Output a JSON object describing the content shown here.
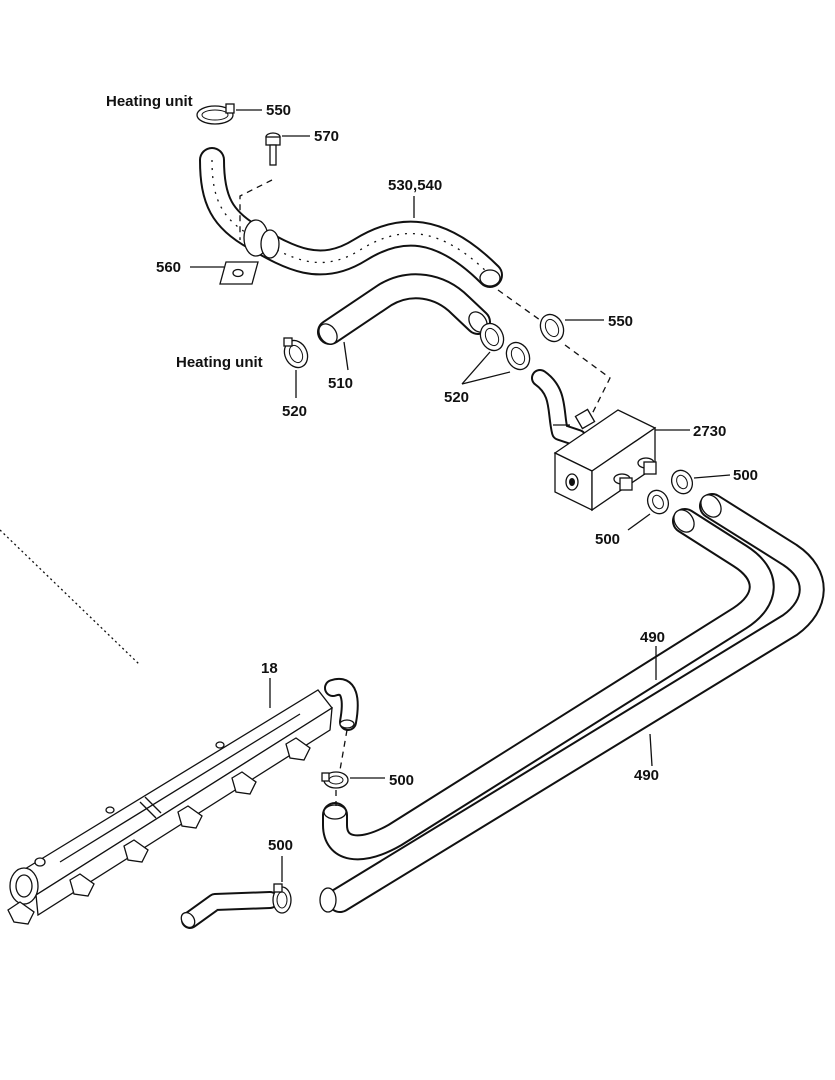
{
  "labels": {
    "heating_unit_top": "Heating unit",
    "heating_unit_mid": "Heating unit",
    "p550_top": "550",
    "p570": "570",
    "p530_540": "530,540",
    "p560": "560",
    "p550_mid": "550",
    "p510": "510",
    "p520_left": "520",
    "p520_mid": "520",
    "p2730": "2730",
    "p500_right": "500",
    "p500_block": "500",
    "p490_top": "490",
    "p490_bottom": "490",
    "p18": "18",
    "p500_lower": "500",
    "p500_bottom": "500"
  }
}
